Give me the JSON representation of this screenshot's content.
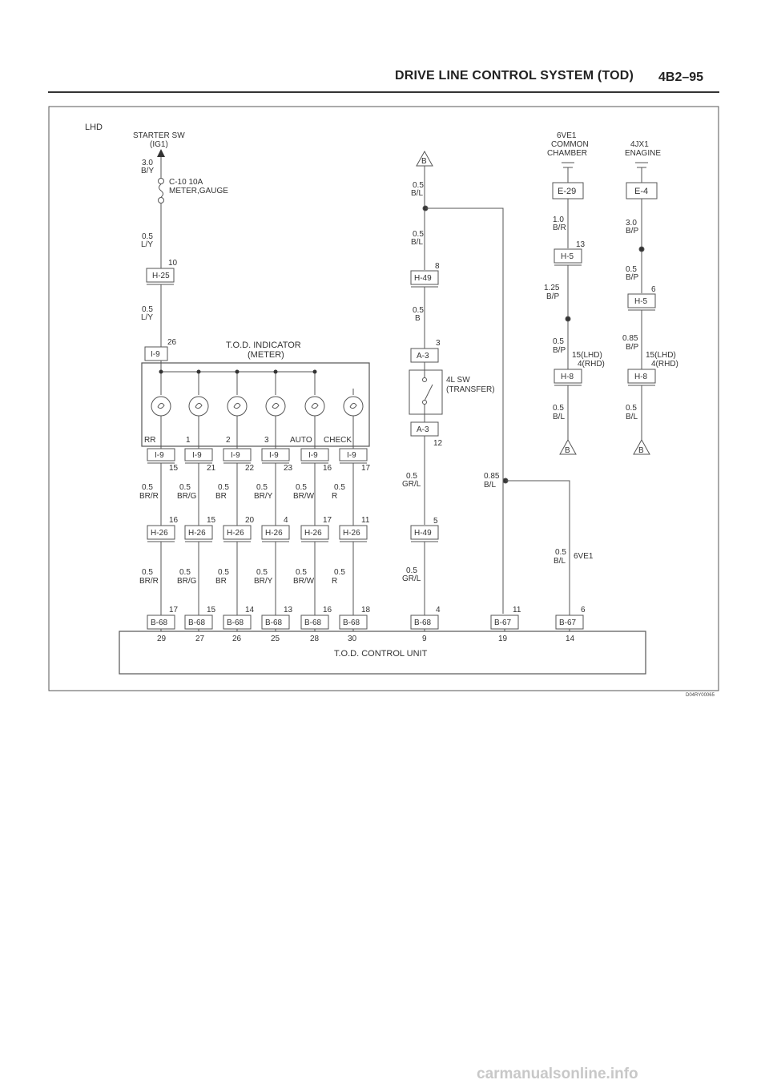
{
  "header": {
    "title": "DRIVE LINE CONTROL SYSTEM (TOD)",
    "page": "4B2–95"
  },
  "figure_code": "D04RY00065",
  "watermark": "carmanualsonline.info",
  "diagram": {
    "lhd": "LHD",
    "starter": {
      "label1": "STARTER SW",
      "label2": "(IG1)",
      "wire": [
        "3.0",
        "B/Y"
      ],
      "fuse1": "C-10 10A",
      "fuse2": "METER,GAUGE"
    },
    "wire_a": [
      "0.5",
      "L/Y"
    ],
    "h25": "H-25",
    "h25_pin": "10",
    "wire_b": [
      "0.5",
      "L/Y"
    ],
    "i9_top": "I-9",
    "i9_top_pin": "26",
    "indicator": {
      "title1": "T.O.D. INDICATOR",
      "title2": "(METER)",
      "labels": [
        "RR",
        "1",
        "2",
        "3",
        "AUTO",
        "CHECK"
      ]
    },
    "i9_row": {
      "conn": [
        "I-9",
        "I-9",
        "I-9",
        "I-9",
        "I-9",
        "I-9"
      ],
      "pins": [
        "15",
        "21",
        "22",
        "23",
        "16",
        "17"
      ]
    },
    "wires_upper": [
      [
        "0.5",
        "BR/R"
      ],
      [
        "0.5",
        "BR/G"
      ],
      [
        "0.5",
        "BR"
      ],
      [
        "0.5",
        "BR/Y"
      ],
      [
        "0.5",
        "BR/W"
      ],
      [
        "0.5",
        "R"
      ]
    ],
    "h26_row": {
      "conn": [
        "H-26",
        "H-26",
        "H-26",
        "H-26",
        "H-26",
        "H-26"
      ],
      "pins": [
        "16",
        "15",
        "20",
        "4",
        "17",
        "11"
      ]
    },
    "wires_lower": [
      [
        "0.5",
        "BR/R"
      ],
      [
        "0.5",
        "BR/G"
      ],
      [
        "0.5",
        "BR"
      ],
      [
        "0.5",
        "BR/Y"
      ],
      [
        "0.5",
        "BR/W"
      ],
      [
        "0.5",
        "R"
      ]
    ],
    "b68_row": {
      "conn": [
        "B-68",
        "B-68",
        "B-68",
        "B-68",
        "B-68",
        "B-68"
      ],
      "pins": [
        "17",
        "15",
        "14",
        "13",
        "16",
        "18"
      ]
    },
    "cu_pins": [
      "29",
      "27",
      "26",
      "25",
      "28",
      "30",
      "9",
      "19",
      "14"
    ],
    "control_unit": "T.O.D. CONTROL UNIT",
    "mid": {
      "b_label": "B",
      "wire1": [
        "0.5",
        "B/L"
      ],
      "wire2": [
        "0.5",
        "B/L"
      ],
      "h49": "H-49",
      "h49_pin": "8",
      "wire3": [
        "0.5",
        "B"
      ],
      "a3_top": "A-3",
      "a3_top_pin": "3",
      "sw1": "4L SW",
      "sw2": "(TRANSFER)",
      "a3_bot": "A-3",
      "a3_bot_pin": "12",
      "wire4": [
        "0.5",
        "GR/L"
      ],
      "h49b": "H-49",
      "h49b_pin": "5",
      "wire5": [
        "0.5",
        "GR/L"
      ],
      "b68": "B-68",
      "b68_pin": "4"
    },
    "b67a": {
      "wire": [
        "0.85",
        "B/L"
      ],
      "conn": "B-67",
      "pin": "11"
    },
    "b67b": {
      "wire": [
        "0.5",
        "B/L"
      ],
      "note": "6VE1",
      "conn": "B-67",
      "pin": "6"
    },
    "ground1": {
      "label1": "6VE1",
      "label2": "COMMON",
      "label3": "CHAMBER",
      "conn": "E-29",
      "wire1": [
        "1.0",
        "B/R"
      ],
      "h5": "H-5",
      "h5_pin": "13",
      "wire2": [
        "1.25",
        "B/P"
      ],
      "wire3": [
        "0.5",
        "B/P"
      ],
      "pin_note1": "15(LHD)",
      "pin_note2": "4(RHD)",
      "h8": "H-8",
      "wire4": [
        "0.5",
        "B/L"
      ],
      "b": "B"
    },
    "ground2": {
      "label1": "4JX1",
      "label2": "ENAGINE",
      "conn": "E-4",
      "wire1": [
        "3.0",
        "B/P"
      ],
      "wire2": [
        "0.5",
        "B/P"
      ],
      "h5": "H-5",
      "h5_pin": "6",
      "wire3": [
        "0.85",
        "B/P"
      ],
      "pin_note1": "15(LHD)",
      "pin_note2": "4(RHD)",
      "h8": "H-8",
      "wire4": [
        "0.5",
        "B/L"
      ],
      "b": "B"
    }
  }
}
